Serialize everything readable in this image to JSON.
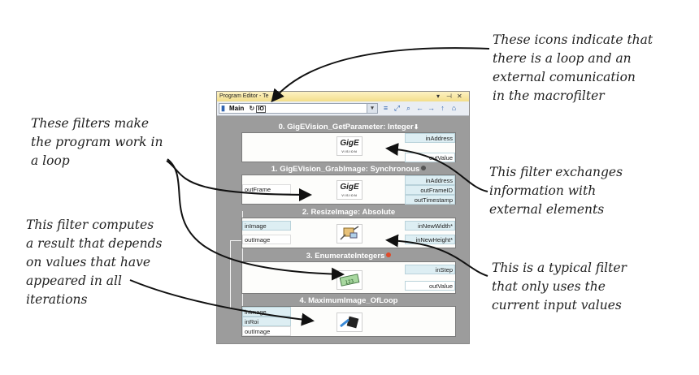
{
  "annotations": {
    "loop_icons": "These icons indicate that\n there is a loop and an\nexternal comunication\nin the macrofilter",
    "loop_filters": "These filters make\nthe program work in\na loop",
    "exchange": "This filter exchanges\ninformation with\nexternal elements",
    "accumulate": "This filter computes\na result that depends\non values that have\nappeared in all\niterations",
    "typical": "This is a typical filter\nthat only uses the\ncurrent input values"
  },
  "editor": {
    "title": "Program Editor - Te",
    "macro": "Main",
    "loop_io_label": "IO",
    "filters": [
      {
        "title": "0. GigEVision_GetParameter: Integer",
        "inputs_right": [
          "inAddress"
        ],
        "outputs_right": [
          "outValue"
        ],
        "left_ports": [],
        "icon": "gige-icon",
        "icon_text": "GigE",
        "icon_subtext": "VISION"
      },
      {
        "title": "1. GigEVision_GrabImage: Synchronous",
        "inputs_right": [
          "inAddress"
        ],
        "outputs_right": [
          "outFrameID",
          "outTimestamp"
        ],
        "left_ports": [
          "outFrame"
        ],
        "icon": "gige-icon",
        "icon_text": "GigE",
        "icon_subtext": "VISION"
      },
      {
        "title": "2. ResizeImage: Absolute",
        "inputs_right": [
          "inNewWidth*",
          "inNewHeight*"
        ],
        "outputs_right": [],
        "left_ports": [
          "inImage",
          "outImage"
        ],
        "icon": "resize-image-icon"
      },
      {
        "title": "3. EnumerateIntegers",
        "inputs_right": [
          "inStep"
        ],
        "outputs_right": [
          "outValue"
        ],
        "left_ports": [],
        "icon": "enumerate-icon"
      },
      {
        "title": "4. MaximumImage_OfLoop",
        "inputs_right": [],
        "outputs_right": [],
        "left_ports": [
          "inImage",
          "inRoi",
          "outImage"
        ],
        "icon": "maximum-image-icon"
      }
    ]
  }
}
